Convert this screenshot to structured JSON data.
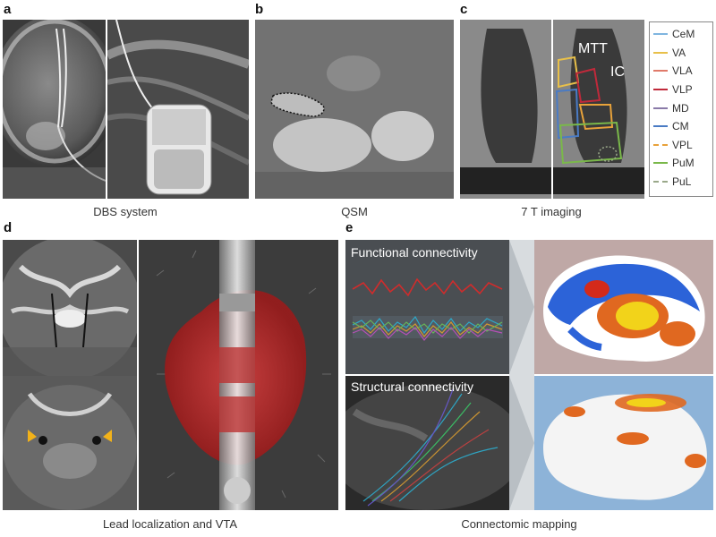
{
  "panels": {
    "a": {
      "label": "a",
      "caption": "DBS system"
    },
    "b": {
      "label": "b",
      "caption": "QSM"
    },
    "c": {
      "label": "c",
      "caption": "7 T imaging",
      "annotations": [
        "MTT",
        "IC"
      ]
    },
    "d": {
      "label": "d",
      "caption": "Lead localization and VTA"
    },
    "e": {
      "label": "e",
      "caption": "Connectomic mapping",
      "functional_title": "Functional connectivity",
      "structural_title": "Structural connectivity"
    }
  },
  "legend": [
    {
      "name": "CeM",
      "color": "#7fb5e0",
      "dash": false
    },
    {
      "name": "VA",
      "color": "#e8c04a",
      "dash": false
    },
    {
      "name": "VLA",
      "color": "#e07a6a",
      "dash": false
    },
    {
      "name": "VLP",
      "color": "#c0293a",
      "dash": false
    },
    {
      "name": "MD",
      "color": "#8a7aa8",
      "dash": false
    },
    {
      "name": "CM",
      "color": "#4a7bc4",
      "dash": false
    },
    {
      "name": "VPL",
      "color": "#e8a23a",
      "dash": true
    },
    {
      "name": "PuM",
      "color": "#7ab84a",
      "dash": false
    },
    {
      "name": "PuL",
      "color": "#9aa88a",
      "dash": true
    }
  ]
}
